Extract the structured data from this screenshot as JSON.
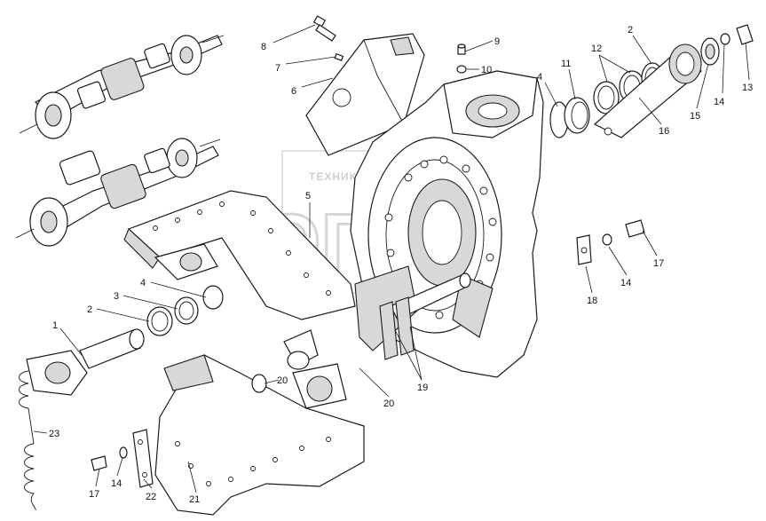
{
  "watermark": {
    "top_text": "ТЕХНИКА И ЗАПЧАСТИ",
    "logo_text": "ЭПФ"
  },
  "callouts": [
    {
      "id": "c8",
      "label": "8"
    },
    {
      "id": "c7",
      "label": "7"
    },
    {
      "id": "c6",
      "label": "6"
    },
    {
      "id": "c9",
      "label": "9"
    },
    {
      "id": "c10",
      "label": "10"
    },
    {
      "id": "c4a",
      "label": "4"
    },
    {
      "id": "c11",
      "label": "11"
    },
    {
      "id": "c12",
      "label": "12"
    },
    {
      "id": "c2a",
      "label": "2"
    },
    {
      "id": "c13",
      "label": "13"
    },
    {
      "id": "c14a",
      "label": "14"
    },
    {
      "id": "c15",
      "label": "15"
    },
    {
      "id": "c16",
      "label": "16"
    },
    {
      "id": "c5",
      "label": "5"
    },
    {
      "id": "c17a",
      "label": "17"
    },
    {
      "id": "c14b",
      "label": "14"
    },
    {
      "id": "c18",
      "label": "18"
    },
    {
      "id": "c4b",
      "label": "4"
    },
    {
      "id": "c3",
      "label": "3"
    },
    {
      "id": "c2b",
      "label": "2"
    },
    {
      "id": "c1",
      "label": "1"
    },
    {
      "id": "c20a",
      "label": "20"
    },
    {
      "id": "c20b",
      "label": "20"
    },
    {
      "id": "c19",
      "label": "19"
    },
    {
      "id": "c23",
      "label": "23"
    },
    {
      "id": "c17b",
      "label": "17"
    },
    {
      "id": "c14c",
      "label": "14"
    },
    {
      "id": "c22",
      "label": "22"
    },
    {
      "id": "c21",
      "label": "21"
    }
  ]
}
